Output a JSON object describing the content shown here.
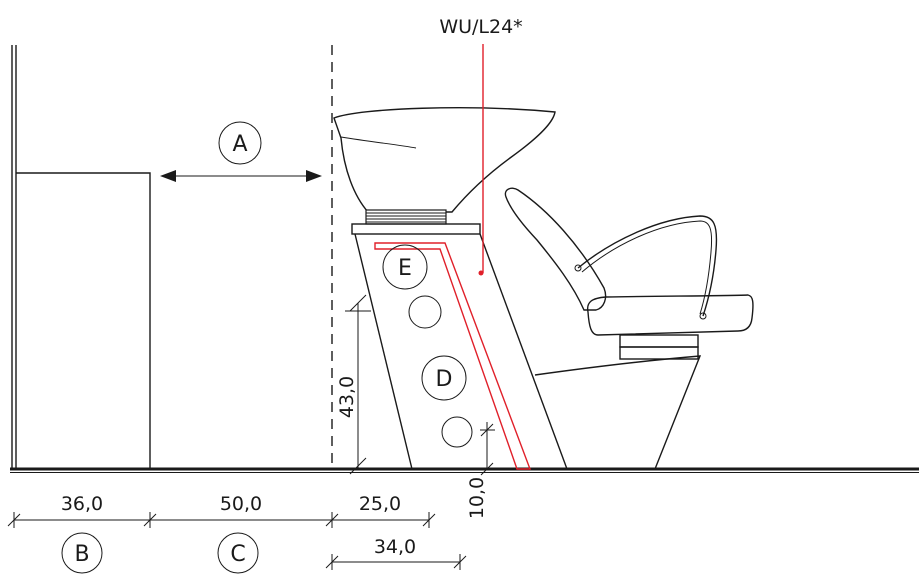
{
  "supply_label": "WU/L24*",
  "dimensions": {
    "d1": "36,0",
    "d2": "50,0",
    "d3": "25,0",
    "d4": "34,0",
    "height_col": "43,0",
    "height_base": "10,0"
  },
  "markers": {
    "a": "A",
    "b": "B",
    "c": "C",
    "d": "D",
    "e": "E"
  },
  "colors": {
    "line": "#1a1a1a",
    "supply_line": "#e0202a"
  }
}
